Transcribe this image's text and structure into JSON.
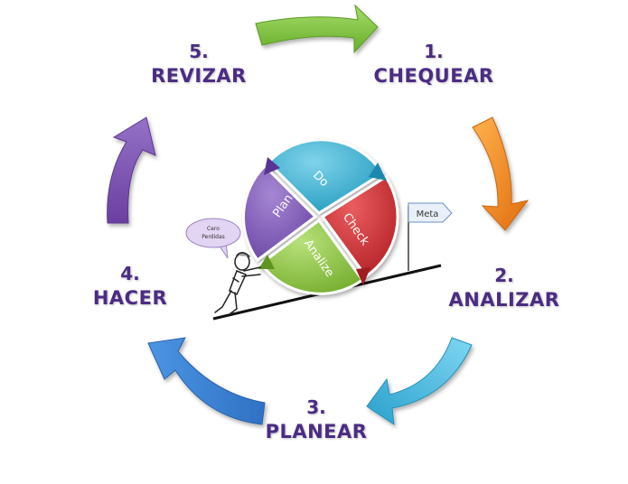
{
  "steps": [
    {
      "number": "1.",
      "name": "CHEQUEAR"
    },
    {
      "number": "2.",
      "name": "ANALIZAR"
    },
    {
      "number": "3.",
      "name": "PLANEAR"
    },
    {
      "number": "4.",
      "name": "HACER"
    },
    {
      "number": "5.",
      "name": "REVIZAR"
    }
  ],
  "wheel": {
    "plan": "Plan",
    "do": "Do",
    "check": "Check",
    "analize": "Analize"
  },
  "speech_bubble": {
    "line1": "Cero",
    "line2": "Perdidas"
  },
  "flag": {
    "label": "Meta"
  },
  "colors": {
    "step_text": "#4b2c84",
    "arrow_green": "#7ec63e",
    "arrow_orange": "#f18a1c",
    "arrow_cyan": "#3bb3dd",
    "arrow_blue": "#3a7fd1",
    "arrow_purple": "#7b53b0",
    "wheel_teal": "#2ca8c8",
    "wheel_red": "#c9282f",
    "wheel_green": "#8cc33f",
    "wheel_purple": "#7c55b2"
  }
}
